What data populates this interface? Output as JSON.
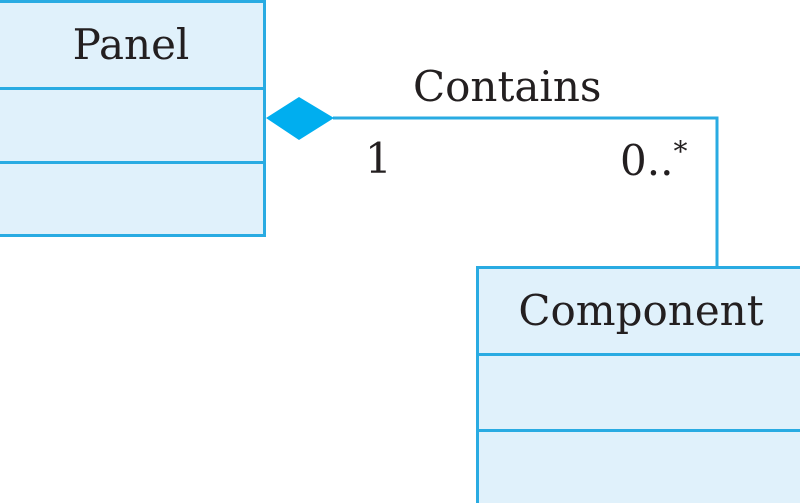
{
  "colors": {
    "class_fill": "#e0f1fb",
    "class_border": "#29abe2",
    "association_line": "#29abe2",
    "composition_diamond": "#00aeef",
    "text": "#231f20"
  },
  "classes": [
    {
      "name": "Panel",
      "attributes": [],
      "operations": []
    },
    {
      "name": "Component",
      "attributes": [],
      "operations": []
    }
  ],
  "association": {
    "type": "composition",
    "name": "Contains",
    "whole": "Panel",
    "part": "Component",
    "whole_multiplicity": "1",
    "part_multiplicity_base": "0..",
    "part_multiplicity_sup": "*"
  }
}
